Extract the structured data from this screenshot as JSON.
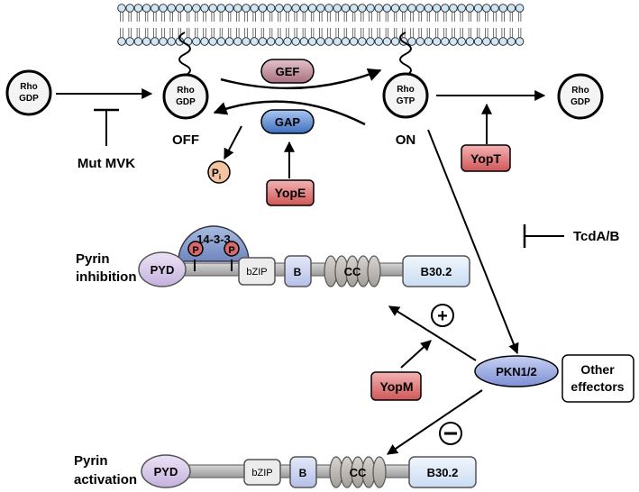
{
  "rho": {
    "gdp_left_1": "Rho",
    "gdp_left_2": "GDP",
    "gdp_off_1": "Rho",
    "gdp_off_2": "GDP",
    "gtp_on_1": "Rho",
    "gtp_on_2": "GTP",
    "gdp_right_1": "Rho",
    "gdp_right_2": "GDP"
  },
  "states": {
    "off": "OFF",
    "on": "ON"
  },
  "regulators": {
    "gef": "GEF",
    "gap": "GAP",
    "pi_main": "P",
    "pi_sub": "i"
  },
  "inhibitors": {
    "mut_mvk": "Mut MVK",
    "tcd": "TcdA/B"
  },
  "effectors": {
    "yope": "YopE",
    "yopt": "YopT",
    "yopm": "YopM",
    "pkn": "PKN1/2",
    "other_1": "Other",
    "other_2": "effectors",
    "plus": "+",
    "minus": "−"
  },
  "pyrin_inhibition": {
    "label_1": "Pyrin",
    "label_2": "inhibition",
    "protein_1433": "14-3-3",
    "phospho_1": "P",
    "phospho_2": "P",
    "pyd": "PYD",
    "bzip": "bZIP",
    "b": "B",
    "cc": "CC",
    "b302": "B30.2"
  },
  "pyrin_activation": {
    "label_1": "Pyrin",
    "label_2": "activation",
    "pyd": "PYD",
    "bzip": "bZIP",
    "b": "B",
    "cc": "CC",
    "b302": "B30.2"
  },
  "colors": {
    "gef_fill": "#b98a95",
    "gap_fill": "#4f7fc8",
    "yop_fill": "#d96a6a",
    "pkn_fill": "#8e9fdc",
    "pyd_fill": "#d3c4e6",
    "b302_fill": "#d9e6f6",
    "pi_fill": "#f2c4a4",
    "membrane_fill": "#cfe6f7"
  }
}
